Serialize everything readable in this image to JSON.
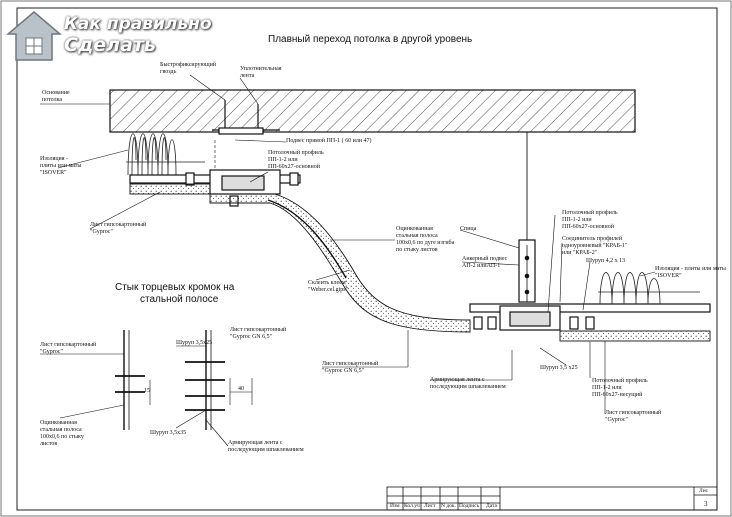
{
  "watermark": {
    "line1": "Как правильно",
    "line2": "Сделать"
  },
  "title": "Плавный переход потолка в другой уровень",
  "subtitle_line1": "Стык торцевых кромок на",
  "subtitle_line2": "стальной полосе",
  "labels": {
    "dowel": [
      "Быстрофиксирующий",
      "гвоздь"
    ],
    "seal_tape": [
      "Уплотнительная",
      "лента"
    ],
    "base_ceiling": [
      "Основание",
      "потолка"
    ],
    "direct_hanger": "Подвес прямой ПП-1 ( 60 или 47)",
    "insulation_left": [
      "Изоляция -",
      "плиты или маты",
      "\"ISOVER\""
    ],
    "ceiling_profile_top": [
      "Потолочный профиль",
      "ПП-1-2 или",
      "ПП-60x27-основной"
    ],
    "drywall_left": [
      "Лист гипсокартонный",
      "\"Gyproc\""
    ],
    "galv_strip_curve": [
      "Оцинкованная",
      "стальная полоса",
      "100x0,6 по дуге изгиба",
      "по стыку листов"
    ],
    "glue": [
      "Склеить клеем",
      "\"Weber.cel.gips\""
    ],
    "drywall_curve": [
      "Лист гипсокартонный",
      "\"Gyproc GN 6,5\""
    ],
    "reinforcing_tape_center": [
      "Армирующая лента с",
      "последующим шпаклеванием"
    ],
    "rod": "Спица",
    "anchor_hanger": [
      "Анкерный подвес",
      "АП-2 илиАП-1"
    ],
    "ceiling_profile_right": [
      "Потолочный профиль",
      "ПП-1-2 или",
      "ПП-60x27-основной"
    ],
    "connector": [
      "Соединитель профилей",
      "одноуровневый \"КРАБ-1\"",
      "или \"КРАБ-2\""
    ],
    "screw_42": "Шуруп 4,2 x 13",
    "insulation_right": [
      "Изоляция - плиты или маты",
      "\"ISOVER\""
    ],
    "screw_35_right": "Шуруп 3,5 x25",
    "ceiling_profile_bearing": [
      "Потолочный профиль",
      "ПП-1-2 или",
      "ПП-60x27-несущий"
    ],
    "drywall_right": [
      "Лист гипсокартонный",
      "\"Gyproc\""
    ],
    "detail_drywall_left": [
      "Лист гипсокартонный",
      "\"Gyproc\""
    ],
    "detail_drywall_right": [
      "Лист гипсокартонный",
      "\"Gyproc GN 6,5\""
    ],
    "detail_screw_top": "Шуруп 3,5x25",
    "detail_screw_bottom": "Шуруп 3,5x35",
    "detail_strip": [
      "Оцинкованная",
      "стальная полоса",
      "100x0,6  по стыку",
      "листов"
    ],
    "detail_tape": [
      "Армирующая лента с",
      "последующим шпаклеванием"
    ],
    "dim_15": "15",
    "dim_40": "40"
  },
  "stamp": {
    "cols": [
      "Изм",
      "Кол.уч",
      "Лист",
      "N док.",
      "Подпись",
      "Дата"
    ],
    "sheet_label": "Лис",
    "sheet_number": "3"
  }
}
